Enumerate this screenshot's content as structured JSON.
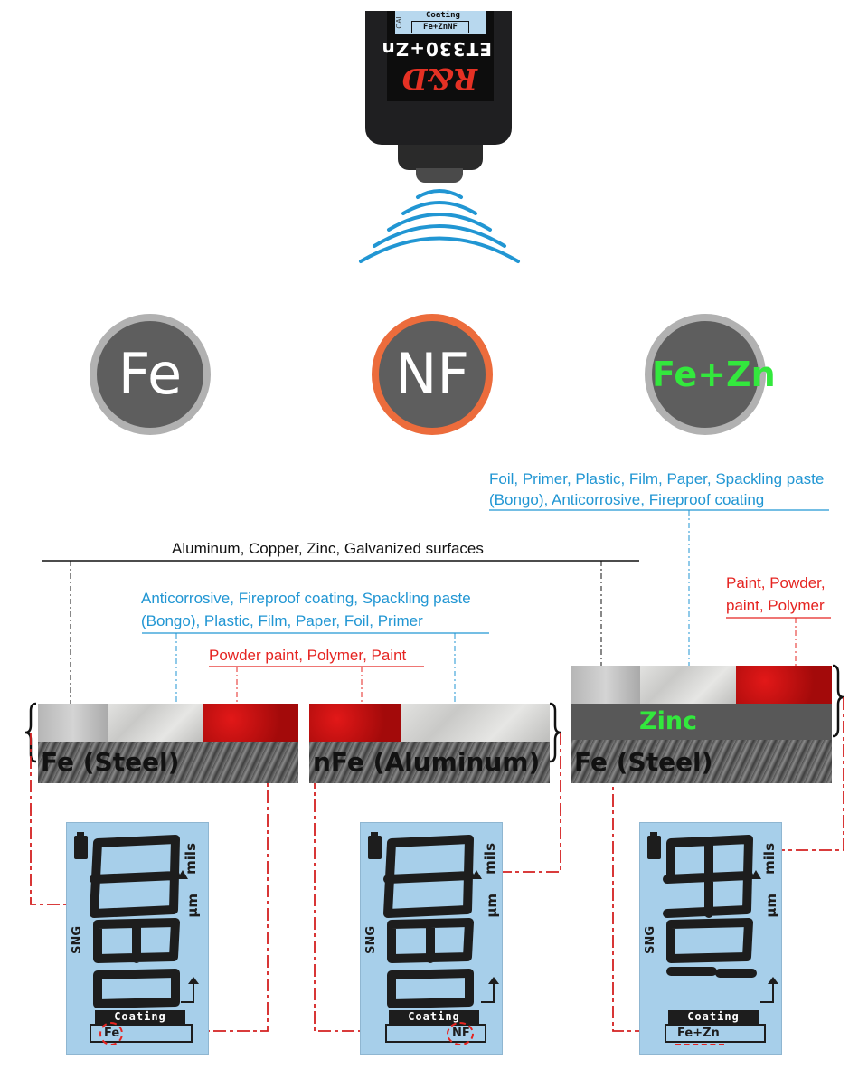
{
  "device": {
    "model": "ET330+Zn",
    "brand": "R&D",
    "lcd_coating": "Coating",
    "lcd_mode": "Fe+ZnNF",
    "lcd_cal": "CAL"
  },
  "substrates": [
    {
      "symbol": "Fe"
    },
    {
      "symbol": "NF"
    },
    {
      "symbol": "Fe+Zn"
    }
  ],
  "labels": {
    "fezn_coatings": [
      "Foil, Primer, Plastic, Film, Paper, Spackling paste",
      "(Bongo), Anticorrosive, Fireproof coating"
    ],
    "nonferrous_surfaces": "Aluminum, Copper, Zinc, Galvanized surfaces",
    "nonmagnetic_coatings": [
      "Anticorrosive, Fireproof coating, Spackling paste",
      "(Bongo), Plastic, Film, Paper, Foil, Primer"
    ],
    "paint_left": "Powder paint, Polymer, Paint",
    "paint_right": [
      "Paint, Powder,",
      "paint, Polymer"
    ]
  },
  "samples": [
    {
      "base_label": "Fe (Steel)"
    },
    {
      "base_label": "nFe (Aluminum)"
    },
    {
      "base_label": "Fe (Steel)",
      "layer_label": "Zinc"
    }
  ],
  "displays": [
    {
      "mode": "Fe",
      "coating": "Coating",
      "unit_top": "mils",
      "unit_mid": "µm",
      "side": "SNG"
    },
    {
      "mode": "NF",
      "coating": "Coating",
      "unit_top": "mils",
      "unit_mid": "µm",
      "side": "SNG"
    },
    {
      "mode": "Fe+Zn",
      "coating": "Coating",
      "unit_top": "mils",
      "unit_mid": "µm",
      "side": "SNG"
    }
  ],
  "colors": {
    "blue": "#2196d3",
    "red": "#e52421",
    "green": "#33e83d",
    "orange_ring": "#ec6c3c",
    "lcd": "#a7cfea"
  }
}
